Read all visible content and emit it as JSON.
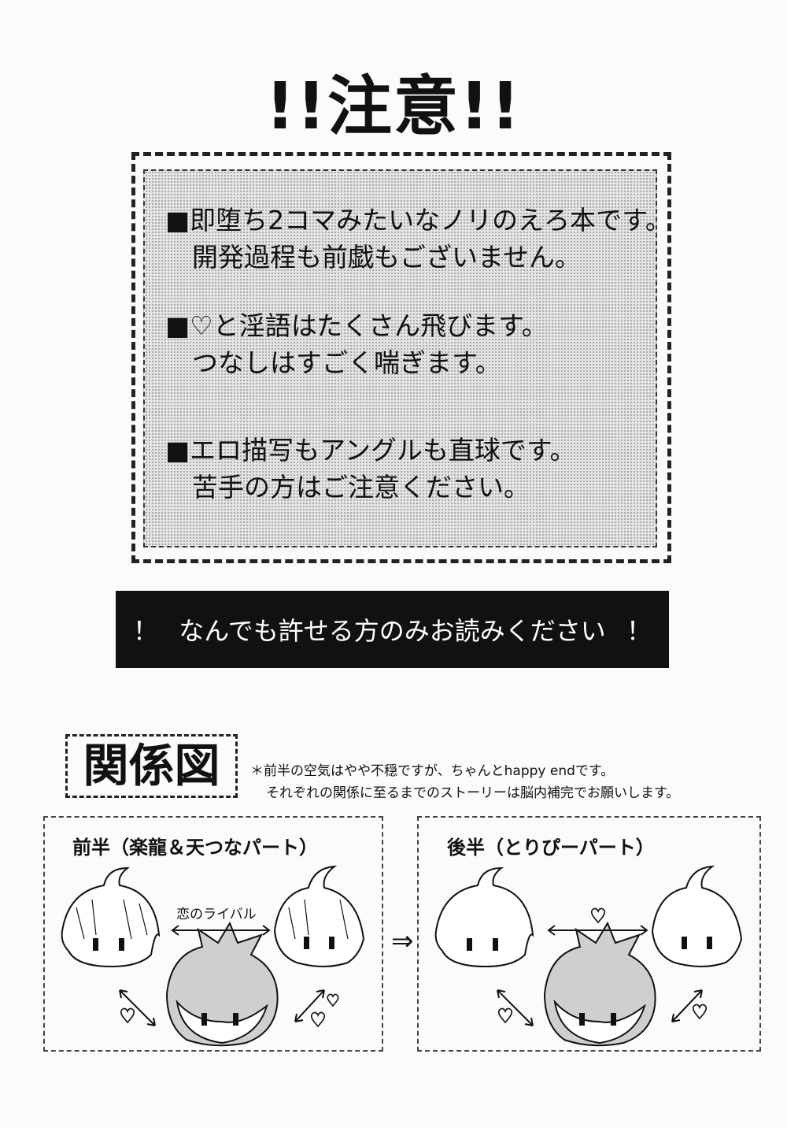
{
  "title": "!!注意!!",
  "warnings": [
    {
      "line1": "■即堕ち2コマみたいなノリのえろ本です。",
      "line2": "開発過程も前戯もございません。"
    },
    {
      "line1": "■♡と淫語はたくさん飛びます。",
      "line2": "つなしはすごく喘ぎます。"
    },
    {
      "line1": "■エロ描写もアングルも直球です。",
      "line2": "苦手の方はご注意ください。"
    }
  ],
  "banner": {
    "left_mark": "！",
    "text": "なんでも許せる方のみお読みください",
    "right_mark": "！"
  },
  "relation": {
    "heading": "関係図",
    "note_line1": "＊前半の空気はやや不穏ですが、ちゃんとhappy endです。",
    "note_line2": "それぞれの関係に至るまでのストーリーは脳内補完でお願いします。",
    "first_half": {
      "title": "前半（楽龍＆天つなパート）",
      "rival_label": "恋のライバル"
    },
    "transition_arrow": "⇒",
    "second_half": {
      "title": "後半（とりぴーパート）"
    }
  }
}
